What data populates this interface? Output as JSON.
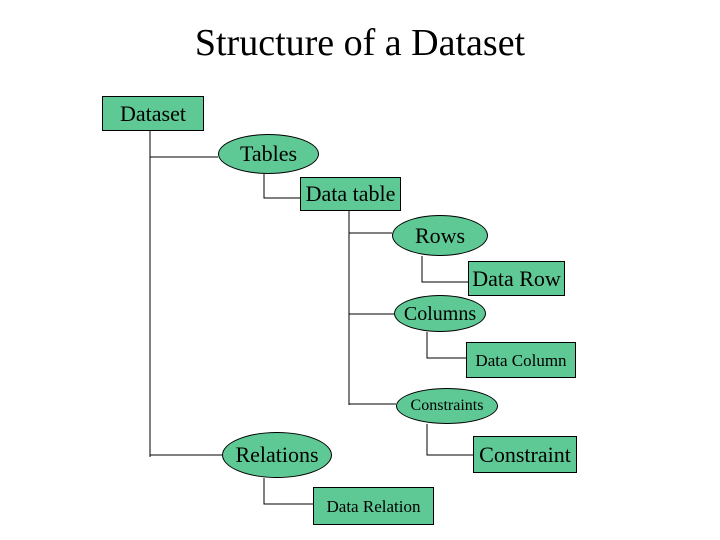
{
  "title": "Structure of a Dataset",
  "colors": {
    "node_fill": "#5fc995",
    "line": "#000000"
  },
  "nodes": {
    "dataset": "Dataset",
    "tables": "Tables",
    "data_table": "Data table",
    "rows": "Rows",
    "data_row": "Data Row",
    "columns": "Columns",
    "data_column": "Data Column",
    "constraints": "Constraints",
    "constraint": "Constraint",
    "relations": "Relations",
    "data_relation": "Data Relation"
  }
}
